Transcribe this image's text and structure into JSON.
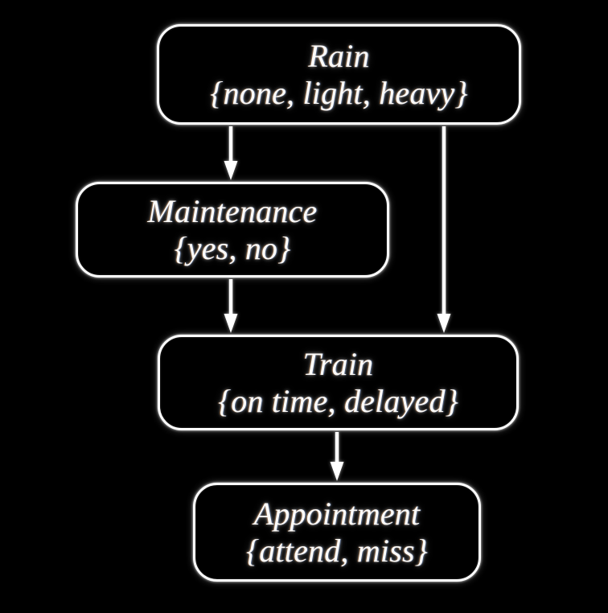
{
  "diagram": {
    "type": "directed-acyclic-graph",
    "title": "",
    "background_color": "#000000",
    "stroke_color": "#ffffff",
    "text_color": "#fdfcfa",
    "nodes": [
      {
        "id": "rain",
        "name": "Rain",
        "states_label": "{none, light, heavy}",
        "states": [
          "none",
          "light",
          "heavy"
        ]
      },
      {
        "id": "maintenance",
        "name": "Maintenance",
        "states_label": "{yes, no}",
        "states": [
          "yes",
          "no"
        ]
      },
      {
        "id": "train",
        "name": "Train",
        "states_label": "{on time, delayed}",
        "states": [
          "on time",
          "delayed"
        ]
      },
      {
        "id": "appointment",
        "name": "Appointment",
        "states_label": "{attend, miss}",
        "states": [
          "attend",
          "miss"
        ]
      }
    ],
    "edges": [
      {
        "id": "rain-to-maintenance",
        "from": "rain",
        "to": "maintenance"
      },
      {
        "id": "rain-to-train",
        "from": "rain",
        "to": "train"
      },
      {
        "id": "maintenance-to-train",
        "from": "maintenance",
        "to": "train"
      },
      {
        "id": "train-to-appointment",
        "from": "train",
        "to": "appointment"
      }
    ]
  }
}
